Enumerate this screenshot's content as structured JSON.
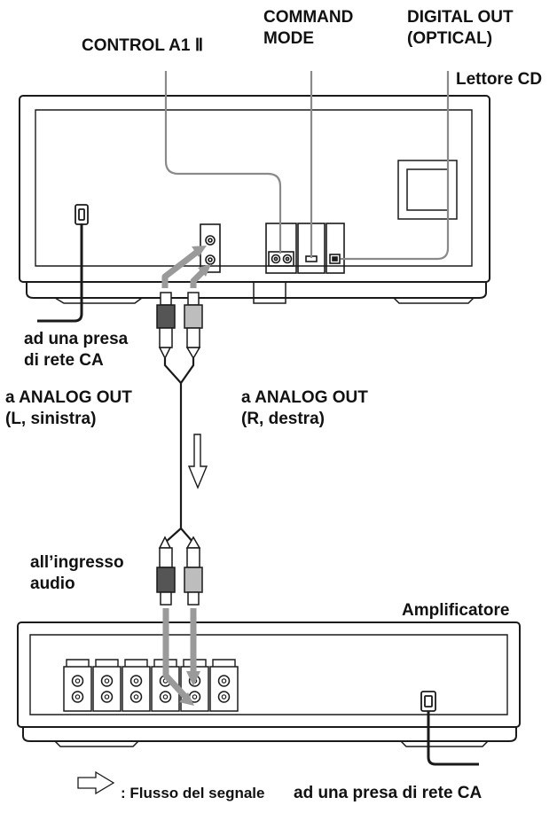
{
  "labels": {
    "control_a1": "CONTROL A1 Ⅱ",
    "command_mode": "COMMAND\nMODE",
    "digital_out": "DIGITAL OUT\n(OPTICAL)",
    "cd_player": "Lettore CD",
    "ac_outlet_top": "ad una presa\ndi rete CA",
    "analog_out_left": "a ANALOG OUT\n(L, sinistra)",
    "analog_out_right": "a ANALOG OUT\n(R, destra)",
    "audio_input": "all’ingresso\naudio",
    "amplifier": "Amplificatore",
    "signal_flow_legend": ": Flusso del segnale",
    "ac_outlet_bottom": "ad una presa di rete CA"
  },
  "colors": {
    "line": "#1a1a1a",
    "cable_gray": "#8a8a8a",
    "plug_dark": "#555555",
    "plug_light": "#bdbdbd",
    "panel": "#ffffff"
  }
}
